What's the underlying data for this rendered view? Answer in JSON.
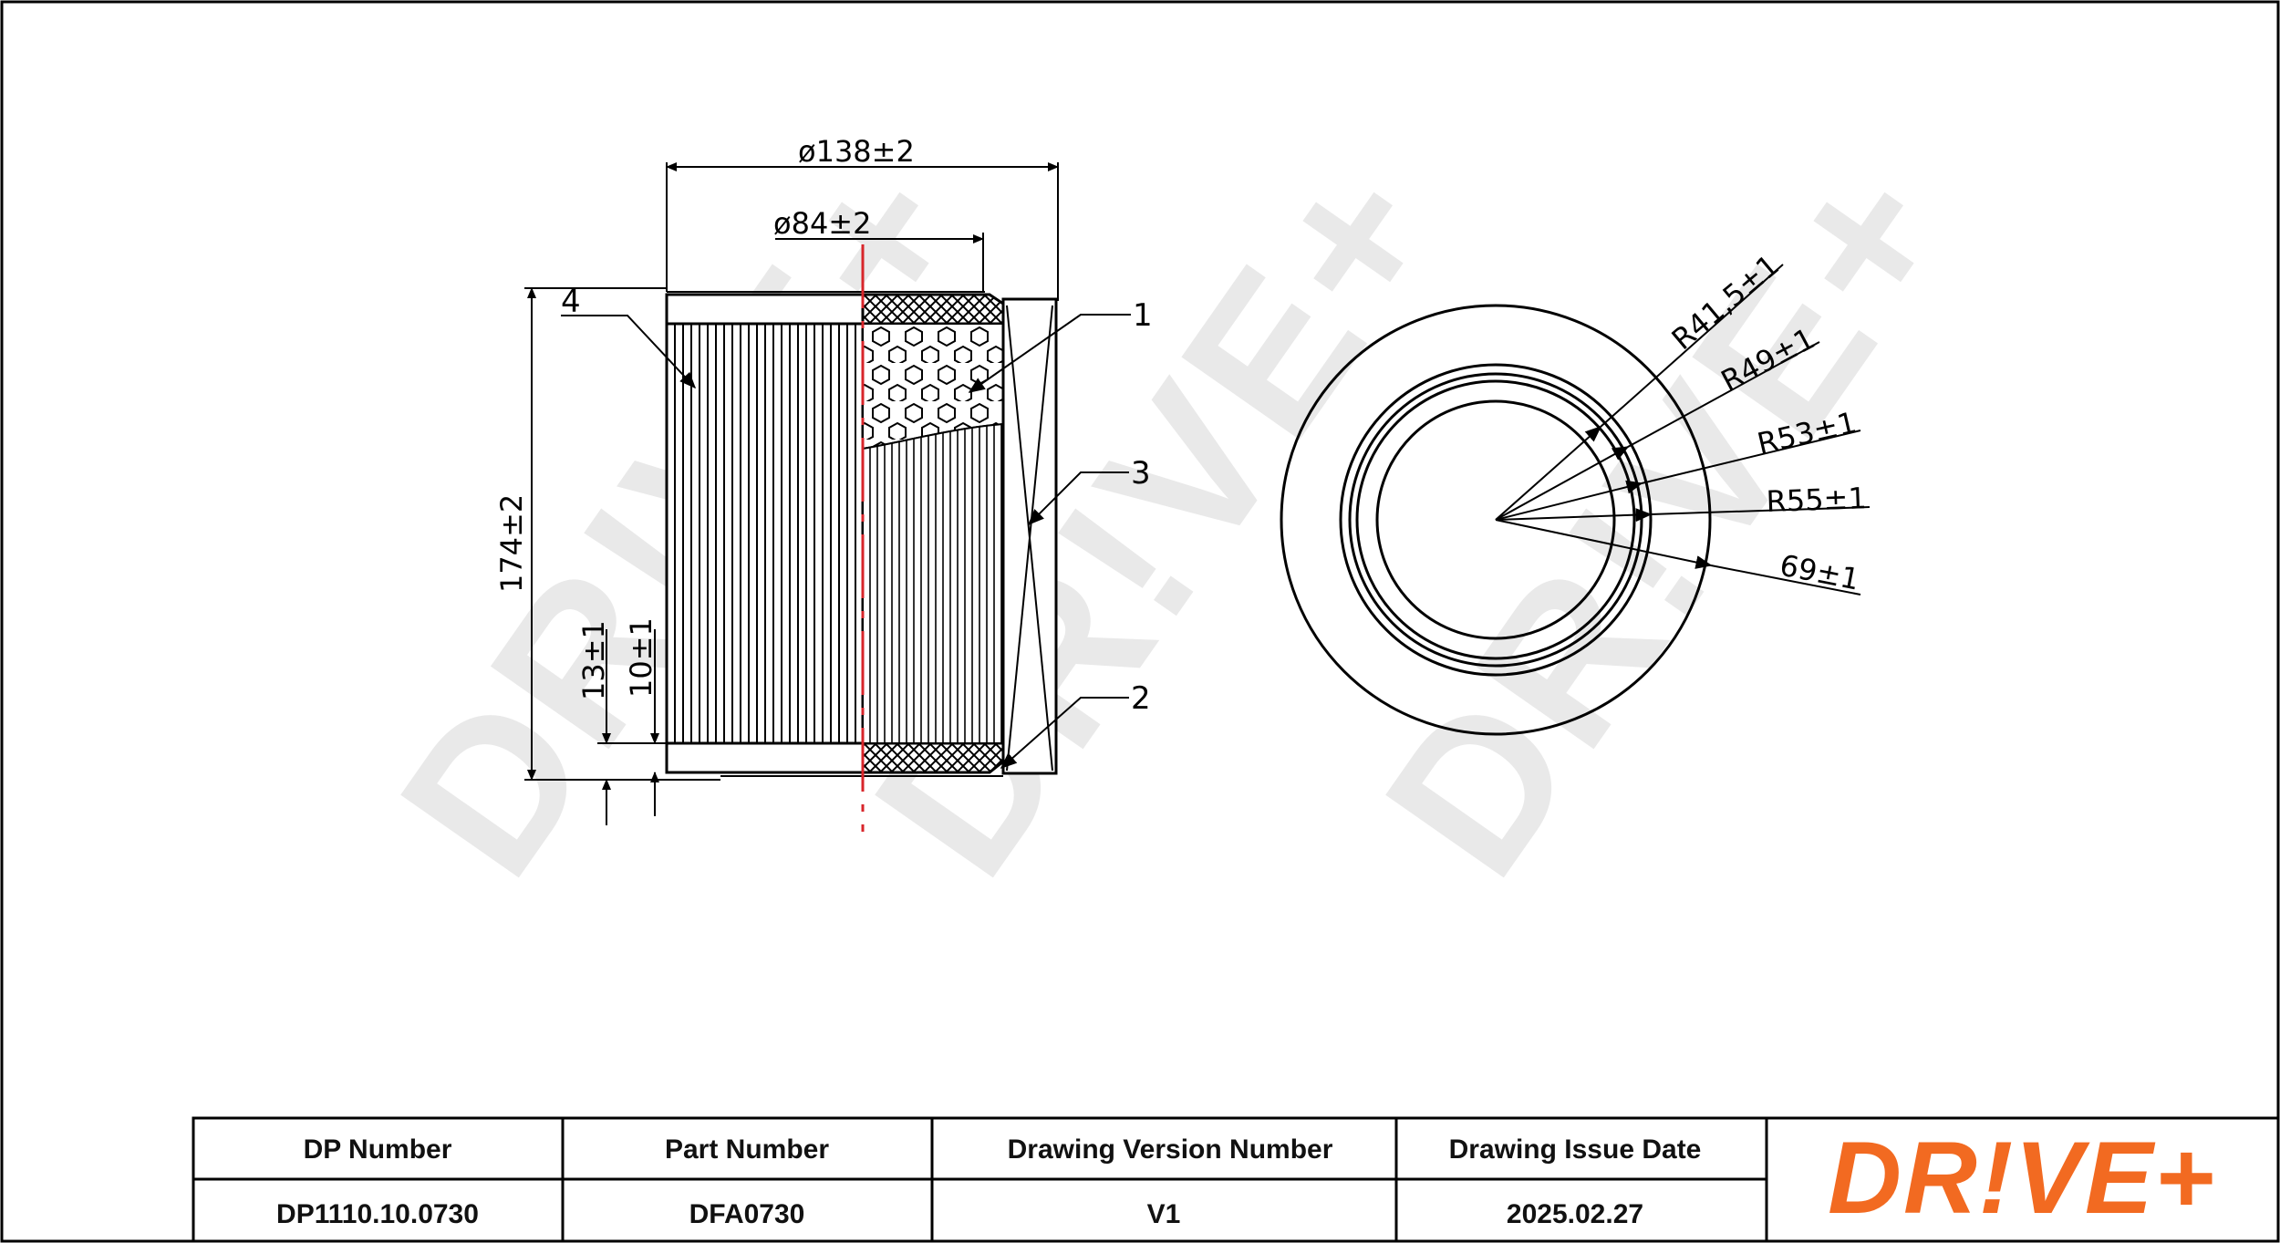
{
  "watermark": {
    "text": "DR!VE+"
  },
  "side_view": {
    "dimensions": {
      "outer_diameter": "ø138±2",
      "inner_diameter": "ø84±2",
      "height": "174±2",
      "bottom_offset_a": "13±1",
      "bottom_offset_b": "10±1"
    },
    "callouts": [
      "1",
      "2",
      "3",
      "4"
    ]
  },
  "end_view": {
    "radii": [
      "R41,5±1",
      "R49±1",
      "R53±1",
      "R55±1",
      "69±1"
    ]
  },
  "title_block": {
    "headers": [
      "DP Number",
      "Part Number",
      "Drawing Version Number",
      "Drawing Issue Date"
    ],
    "values": [
      "DP1110.10.0730",
      "DFA0730",
      "V1",
      "2025.02.27"
    ],
    "logo": "DR!VE+"
  },
  "colors": {
    "brand": "#f26a21",
    "centerline": "#d8262b",
    "line": "#000000"
  }
}
